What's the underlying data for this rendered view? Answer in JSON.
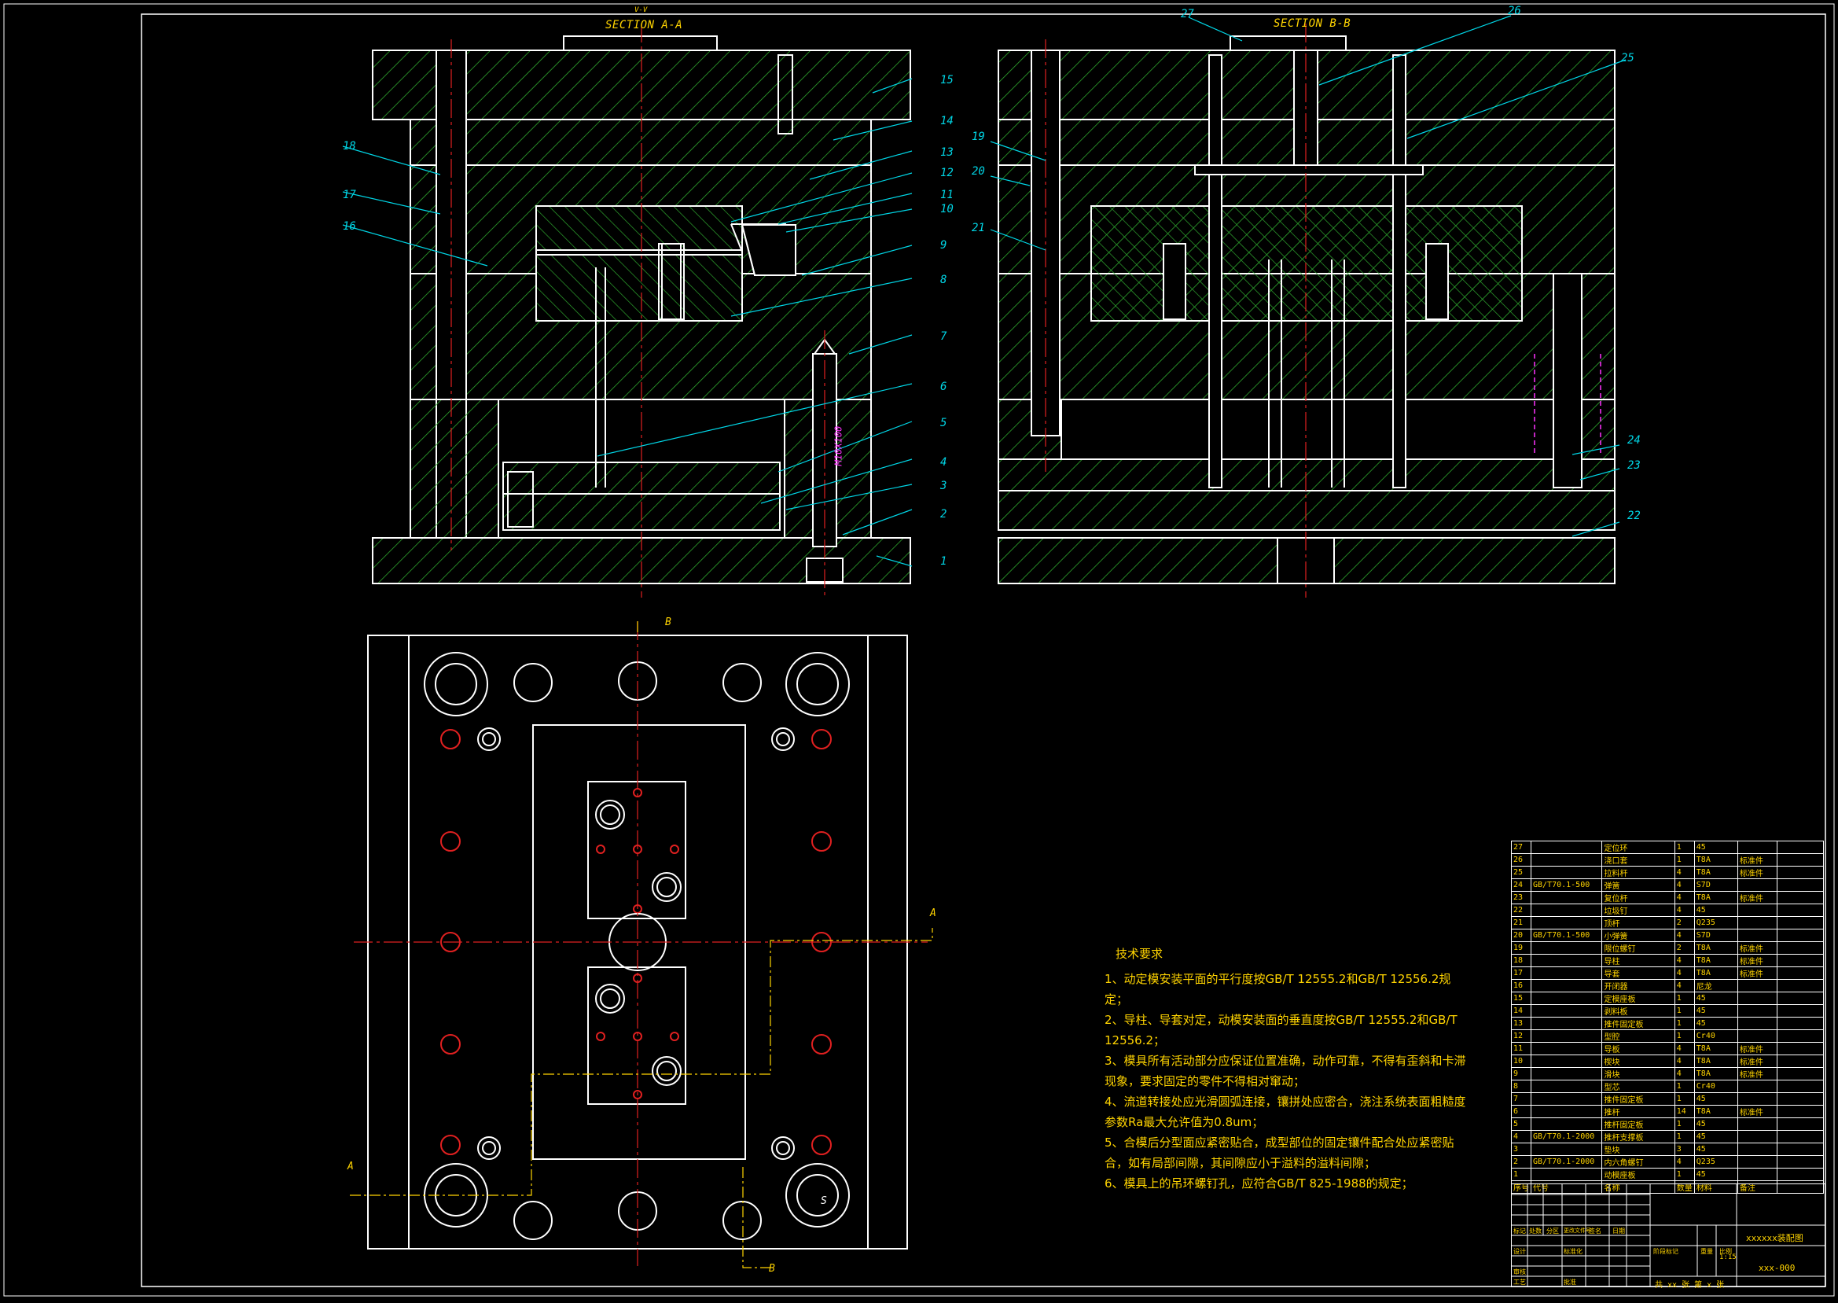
{
  "drawing": {
    "section_a_title": "SECTION A-A",
    "section_b_title": "SECTION B-B",
    "view_mark_a_top": "V-V",
    "section_arrow_b": "B",
    "section_arrow_a": "A",
    "bolt_text": "M10X100",
    "sprue_mark": "S"
  },
  "callouts_a": [
    "1",
    "2",
    "3",
    "4",
    "5",
    "6",
    "7",
    "8",
    "9",
    "10",
    "11",
    "12",
    "13",
    "14",
    "15",
    "16",
    "17",
    "18"
  ],
  "callouts_b": [
    "19",
    "20",
    "21",
    "22",
    "23",
    "24",
    "25",
    "26",
    "27"
  ],
  "notes": {
    "heading": "技术要求",
    "items": [
      "1、动定模安装平面的平行度按GB/T 12555.2和GB/T 12556.2规定；",
      "2、导柱、导套对定，动模安装面的垂直度按GB/T 12555.2和GB/T 12556.2；",
      "3、模具所有活动部分应保证位置准确，动作可靠，不得有歪斜和卡滞现象，要求固定的零件不得相对窜动；",
      "4、流道转接处应光滑圆弧连接，镶拼处应密合，浇注系统表面粗糙度参数Ra最大允许值为0.8um；",
      "5、合模后分型面应紧密贴合，成型部位的固定镶件配合处应紧密贴合，如有局部间隙，其间隙应小于溢料的溢料间隙；",
      "6、模具上的吊环螺钉孔，应符合GB/T 825-1988的规定；"
    ]
  },
  "bom_rows": [
    [
      "27",
      "",
      "定位环",
      "1",
      "45",
      ""
    ],
    [
      "26",
      "",
      "浇口套",
      "1",
      "T8A",
      "标准件"
    ],
    [
      "25",
      "",
      "拉料杆",
      "4",
      "T8A",
      "标准件"
    ],
    [
      "24",
      "GB/T70.1-500",
      "弹簧",
      "4",
      "S7D",
      ""
    ],
    [
      "23",
      "",
      "复位杆",
      "4",
      "T8A",
      "标准件"
    ],
    [
      "22",
      "",
      "垃圾钉",
      "4",
      "45",
      ""
    ],
    [
      "21",
      "",
      "顶杆",
      "2",
      "Q235",
      ""
    ],
    [
      "20",
      "GB/T70.1-500",
      "小弹簧",
      "4",
      "S7D",
      ""
    ],
    [
      "19",
      "",
      "限位螺钉",
      "2",
      "T8A",
      "标准件"
    ],
    [
      "18",
      "",
      "导柱",
      "4",
      "T8A",
      "标准件"
    ],
    [
      "17",
      "",
      "导套",
      "4",
      "T8A",
      "标准件"
    ],
    [
      "16",
      "",
      "开闭器",
      "4",
      "尼龙",
      ""
    ],
    [
      "15",
      "",
      "定模座板",
      "1",
      "45",
      ""
    ],
    [
      "14",
      "",
      "剥料板",
      "1",
      "45",
      ""
    ],
    [
      "13",
      "",
      "推件固定板",
      "1",
      "45",
      ""
    ],
    [
      "12",
      "",
      "型腔",
      "1",
      "Cr40",
      ""
    ],
    [
      "11",
      "",
      "导板",
      "4",
      "T8A",
      "标准件"
    ],
    [
      "10",
      "",
      "楔块",
      "4",
      "T8A",
      "标准件"
    ],
    [
      "9",
      "",
      "滑块",
      "4",
      "T8A",
      "标准件"
    ],
    [
      "8",
      "",
      "型芯",
      "1",
      "Cr40",
      ""
    ],
    [
      "7",
      "",
      "推件固定板",
      "1",
      "45",
      ""
    ],
    [
      "6",
      "",
      "推杆",
      "14",
      "T8A",
      "标准件"
    ],
    [
      "5",
      "",
      "推杆固定板",
      "1",
      "45",
      ""
    ],
    [
      "4",
      "GB/T70.1-2000",
      "推杆支撑板",
      "1",
      "45",
      ""
    ],
    [
      "3",
      "",
      "垫块",
      "3",
      "45",
      ""
    ],
    [
      "2",
      "GB/T70.1-2000",
      "内六角螺钉",
      "4",
      "Q235",
      ""
    ],
    [
      "1",
      "",
      "动模座板",
      "1",
      "45",
      ""
    ]
  ],
  "bom_header": [
    "序号",
    "代号",
    "名称",
    "数量",
    "材料",
    "备注"
  ],
  "title_block": {
    "drawing_name": "xxxxxx装配图",
    "drawing_no": "xxx-000",
    "scale": "1:15",
    "sheets": "共 xx 张  第 x 张",
    "labels": [
      "标记",
      "处数",
      "分区",
      "更改文件号",
      "签名",
      "日期",
      "设计",
      "标准化",
      "阶段标记",
      "重量",
      "比例",
      "审核",
      "工艺",
      "批准"
    ]
  },
  "colors": {
    "background": "#000000",
    "outline": "#ffffff",
    "hatch": "#2fa82f",
    "centerline": "#e02020",
    "callout": "#00d6e6",
    "text": "#ffd400",
    "spring": "#ff33ff"
  }
}
